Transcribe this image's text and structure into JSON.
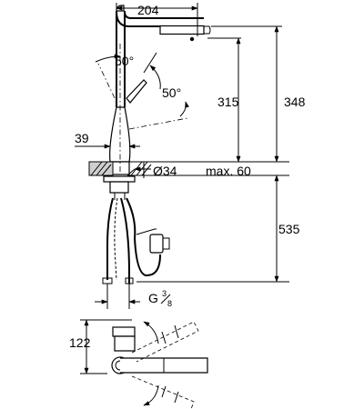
{
  "drawing": {
    "dimensions": {
      "spout_reach": "204",
      "swivel_angle": "50°",
      "lever_angle": "50°",
      "spout_height": "315",
      "total_height": "348",
      "base_offset": "39",
      "hole_diameter": "Ø34",
      "counter_thickness": "max. 60",
      "hose_length": "535",
      "connection_thread": "G",
      "thread_numerator": "3",
      "thread_denominator": "8",
      "plan_depth": "122"
    }
  }
}
